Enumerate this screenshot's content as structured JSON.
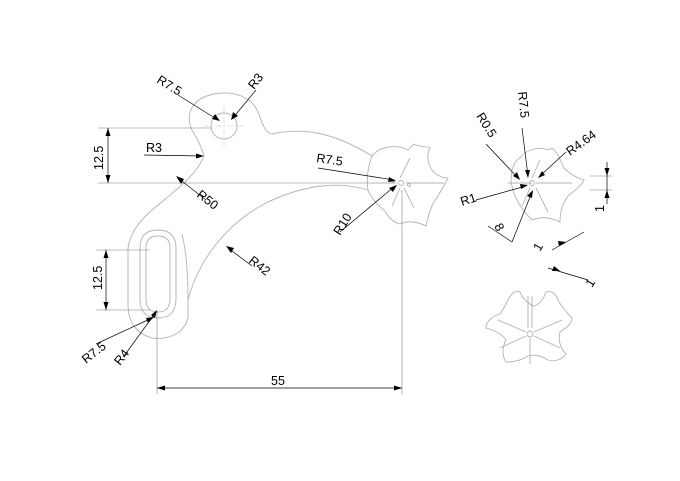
{
  "dimensions": {
    "r7_5_top": "R7.5",
    "r3_top": "R3",
    "d12_5_top": "12.5",
    "r3_left": "R3",
    "r50": "R50",
    "r7_5_right": "R7.5",
    "r10": "R10",
    "r42": "R42",
    "d12_5_slot": "12.5",
    "r7_5_slot": "R7.5",
    "r4_slot": "R4",
    "d55": "55",
    "detail_r0_5": "R0.5",
    "detail_r7_5": "R7.5",
    "detail_r4_64": "R4.64",
    "detail_r1": "R1",
    "detail_d8": "8",
    "detail_d1_right": "1",
    "detail_d1_lower": "1",
    "detail_d1_gap": "1"
  }
}
